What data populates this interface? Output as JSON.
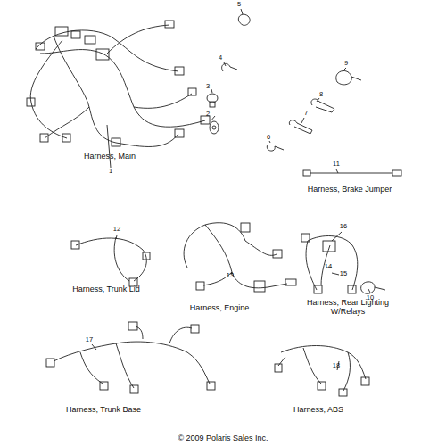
{
  "diagram": {
    "labels": [
      "1",
      "2",
      "3",
      "4",
      "5",
      "6",
      "7",
      "8",
      "9",
      "Harness, Main",
      "11",
      "Harness, Brake Jumper",
      "12",
      "Harness, Trunk Lid",
      "16",
      "13",
      "14",
      "15",
      "10",
      "Harness, Engine",
      "Harness, Rear Lighting W/Relays",
      "17",
      "18",
      "Harness, Trunk Base",
      "Harness, ABS",
      "© 2009 Polaris Sales Inc."
    ]
  }
}
